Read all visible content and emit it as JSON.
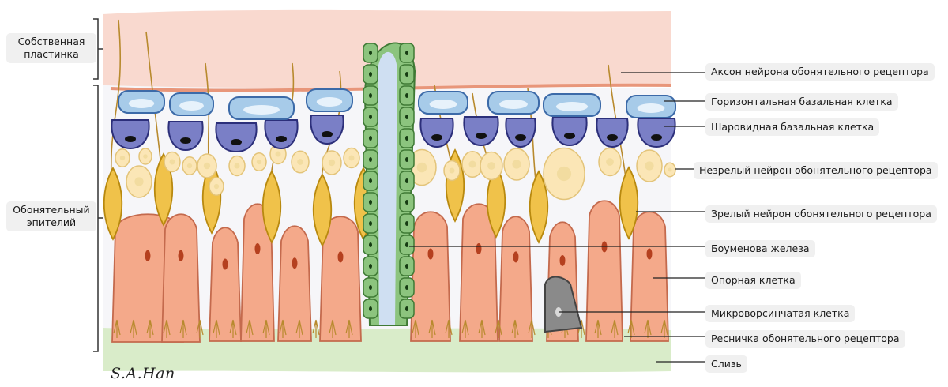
{
  "left_labels": {
    "lamina_propria": "Собственная пластинка",
    "olfactory_epithelium": "Обонятельный эпителий"
  },
  "right_labels": [
    {
      "id": "axon",
      "text": "Аксон нейрона обонятельного рецептора"
    },
    {
      "id": "horizontal-basal",
      "text": "Горизонтальная базальная клетка"
    },
    {
      "id": "globose-basal",
      "text": "Шаровидная базальная клетка"
    },
    {
      "id": "immature-neuron",
      "text": "Незрелый нейрон обонятельного рецептора"
    },
    {
      "id": "mature-neuron",
      "text": "Зрелый нейрон обонятельного рецептора"
    },
    {
      "id": "bowman-gland",
      "text": "Боуменова железа"
    },
    {
      "id": "supporting-cell",
      "text": "Опорная клетка"
    },
    {
      "id": "microvillar-cell",
      "text": "Микроворсинчатая клетка"
    },
    {
      "id": "cilium",
      "text": "Ресничка обонятельного рецептора"
    },
    {
      "id": "mucus",
      "text": "Слизь"
    }
  ],
  "signature": "S.A.Han",
  "colors": {
    "lamina": "#f9d9cf",
    "basement": "#e8967a",
    "horizontal_basal": "#a7cbe9",
    "globose_basal": "#7a7fc6",
    "immature_neuron": "#fbe6b6",
    "mature_neuron": "#f0c24a",
    "supporting": "#f4a98a",
    "gland": "#8cc47e",
    "microvillar": "#8a8a8a",
    "mucus": "#d9ecc9",
    "axon": "#b88a2e"
  }
}
